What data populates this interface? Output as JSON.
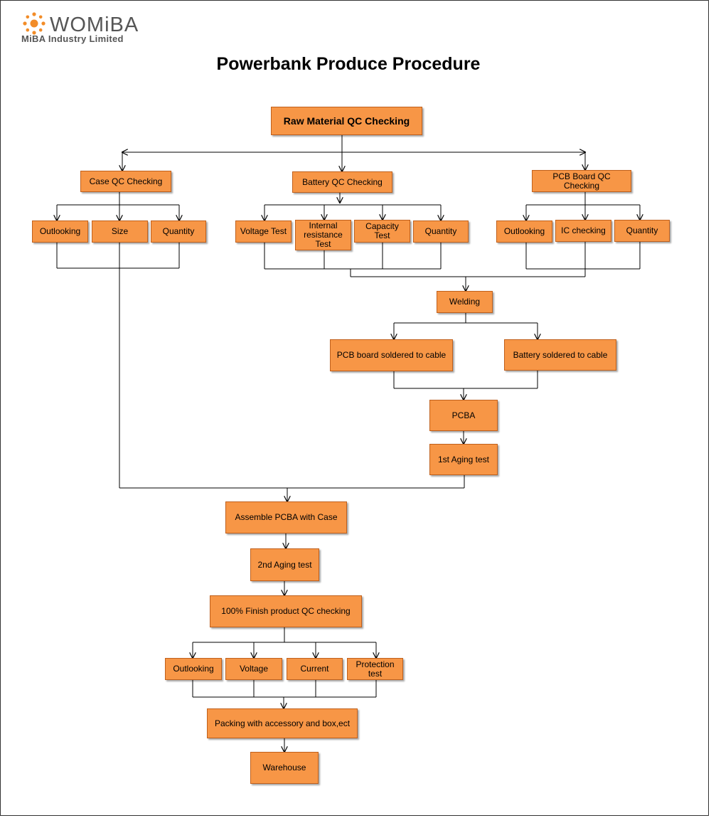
{
  "brand": {
    "wordmark": "WOMiBA",
    "company": "MiBA Industry Limited",
    "accent_color": "#f79646",
    "logo_icon": "sun-icon"
  },
  "title": "Powerbank Produce Procedure",
  "nodes": {
    "raw_material": "Raw Material QC Checking",
    "case_qc": "Case QC Checking",
    "battery_qc": "Battery QC Checking",
    "pcb_qc": "PCB Board QC Checking",
    "case_outlooking": "Outlooking",
    "case_size": "Size",
    "case_quantity": "Quantity",
    "battery_voltage": "Voltage Test",
    "battery_resistance": "Internal resistance Test",
    "battery_capacity": "Capacity Test",
    "battery_quantity": "Quantity",
    "pcb_outlooking": "Outlooking",
    "pcb_ic": "IC checking",
    "pcb_quantity": "Quantity",
    "welding": "Welding",
    "pcb_soldered": "PCB board soldered to cable",
    "battery_soldered": "Battery soldered to cable",
    "pcba": "PCBA",
    "aging1": "1st Aging test",
    "assemble": "Assemble PCBA with Case",
    "aging2": "2nd Aging test",
    "final_qc": "100% Finish product QC checking",
    "final_outlooking": "Outlooking",
    "final_voltage": "Voltage",
    "final_current": "Current",
    "final_protection": "Protection test",
    "packing": "Packing with accessory and box,ect",
    "warehouse": "Warehouse"
  }
}
